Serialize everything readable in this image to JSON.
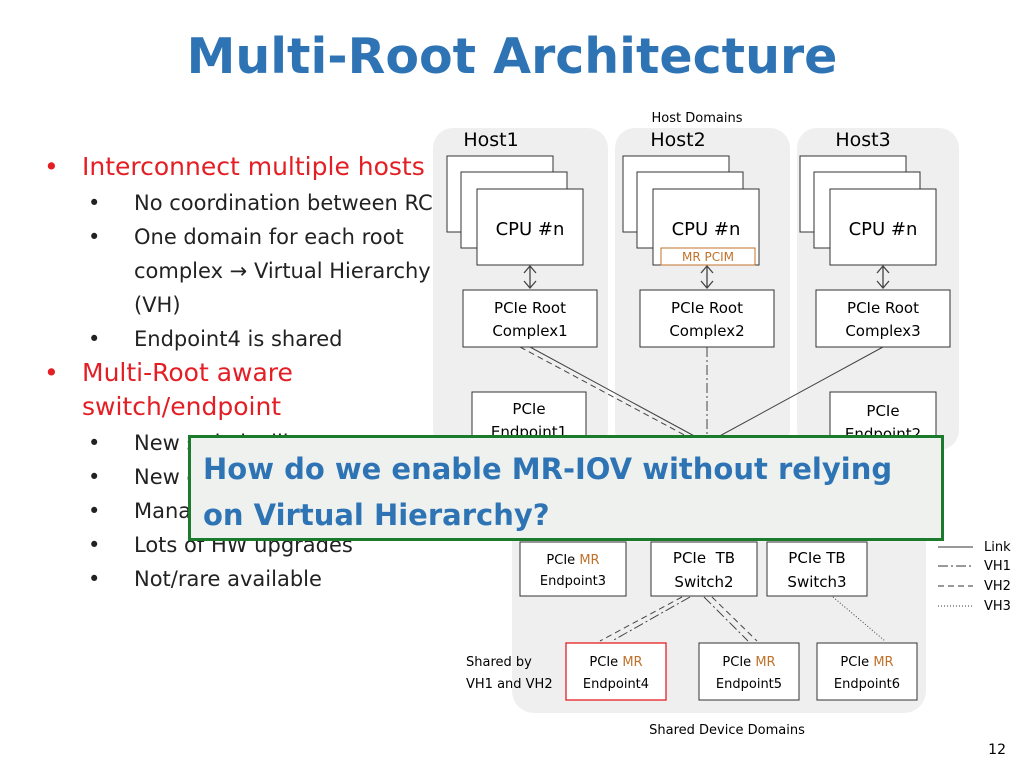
{
  "title": "Multi-Root Architecture",
  "bullets": [
    {
      "text": "Interconnect multiple hosts",
      "level": 1
    },
    {
      "text": "No coordination between RCs",
      "level": 2
    },
    {
      "text": "One domain for each root complex → Virtual Hierarchy (VH)",
      "level": 2
    },
    {
      "text": "Endpoint4 is shared",
      "level": 2
    },
    {
      "text": "Multi-Root aware switch/endpoint",
      "level": 1
    },
    {
      "text": "New switch silicon",
      "level": 2
    },
    {
      "text": "New endpoint silicon",
      "level": 2
    },
    {
      "text": "Management model",
      "level": 2
    },
    {
      "text": "Lots of HW upgrades",
      "level": 2
    },
    {
      "text": "Not/rare available",
      "level": 2
    }
  ],
  "diagram": {
    "host_domains_label": "Host Domains",
    "shared_domains_label": "Shared Device Domains",
    "hosts": [
      {
        "label": "Host1",
        "cpu": "CPU #n",
        "rc": [
          "PCIe Root",
          "Complex1"
        ],
        "endpoint": [
          "PCIe",
          "Endpoint1"
        ]
      },
      {
        "label": "Host2",
        "cpu": "CPU #n",
        "rc": [
          "PCIe Root",
          "Complex2"
        ],
        "pcim": "MR PCIM"
      },
      {
        "label": "Host3",
        "cpu": "CPU #n",
        "rc": [
          "PCIe Root",
          "Complex3"
        ],
        "endpoint": [
          "PCIe",
          "Endpoint2"
        ]
      }
    ],
    "switches": [
      {
        "line1": "PCIe  TB",
        "line2": "Switch2"
      },
      {
        "line1": "PCIe TB",
        "line2": "Switch3"
      }
    ],
    "endpoint3": {
      "prefix": "PCIe ",
      "mr": "MR",
      "name": "Endpoint3"
    },
    "mr_endpoints": [
      {
        "prefix": "PCIe ",
        "mr": "MR",
        "name": "Endpoint4"
      },
      {
        "prefix": "PCIe ",
        "mr": "MR",
        "name": "Endpoint5"
      },
      {
        "prefix": "PCIe ",
        "mr": "MR",
        "name": "Endpoint6"
      }
    ],
    "shared_by": [
      "Shared by",
      "VH1 and VH2"
    ],
    "legend": [
      "Link",
      "VH1",
      "VH2",
      "VH3"
    ]
  },
  "callout": {
    "line1": "How do we enable MR-IOV without relying",
    "line2": "on Virtual Hierarchy?"
  },
  "page_number": "12",
  "colors": {
    "title": "#2E74B5",
    "red_bullet": "#e31e24",
    "mr_text": "#c0722b",
    "callout_border": "#1c7a2c"
  }
}
